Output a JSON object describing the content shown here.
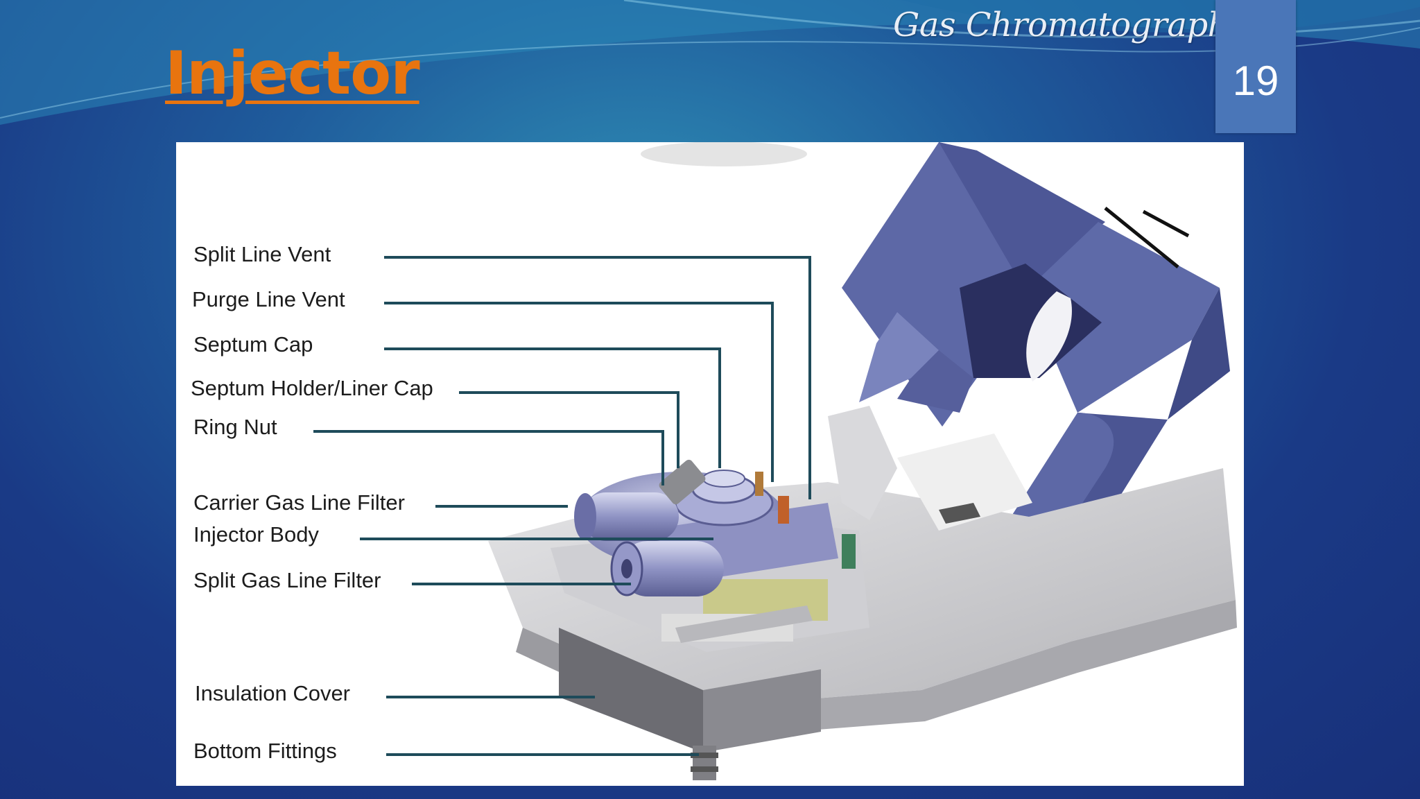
{
  "header": {
    "course_title": "Gas Chromatography",
    "slide_title": "Injector",
    "page_number": "19"
  },
  "diagram": {
    "labels": [
      "Split Line Vent",
      "Purge Line Vent",
      "Septum Cap",
      "Septum Holder/Liner Cap",
      "Ring Nut",
      "Carrier Gas Line Filter",
      "Injector Body",
      "Split Gas Line Filter",
      "Insulation Cover",
      "Bottom Fittings"
    ]
  },
  "colors": {
    "title_orange": "#e8740f",
    "badge_blue": "#4a76b8",
    "leader_line": "#1e4b5a",
    "hood_purple": "#5e6aa8"
  }
}
